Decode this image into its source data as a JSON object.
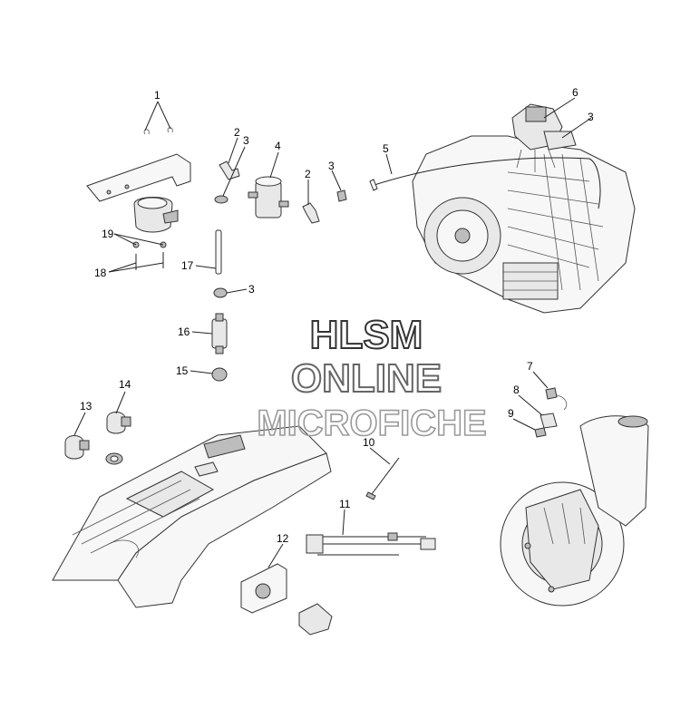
{
  "watermark": {
    "line1": "HLSM",
    "line2": "ONLINE",
    "line3": "MICROFICHE",
    "stroke1": "#333333",
    "stroke2": "#666666",
    "stroke3": "#9a9a9a"
  },
  "callouts": [
    "1",
    "2",
    "3",
    "4",
    "2",
    "3",
    "6",
    "3",
    "5",
    "19",
    "18",
    "17",
    "3",
    "16",
    "15",
    "14",
    "13",
    "7",
    "8",
    "9",
    "10",
    "11",
    "12"
  ]
}
